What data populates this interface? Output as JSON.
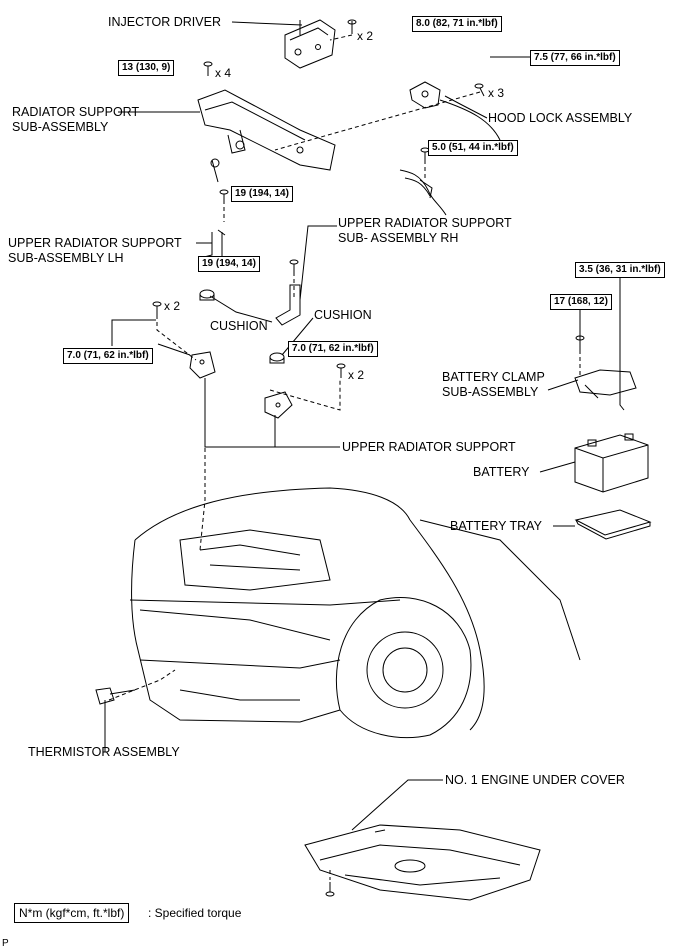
{
  "labels": {
    "injector_driver": "INJECTOR DRIVER",
    "radiator_support_line1": "RADIATOR SUPPORT",
    "radiator_support_line2": "SUB-ASSEMBLY",
    "hood_lock": "HOOD LOCK ASSEMBLY",
    "upper_rad_support_lh_line1": "UPPER RADIATOR SUPPORT",
    "upper_rad_support_lh_line2": "SUB-ASSEMBLY LH",
    "upper_rad_support_rh_line1": "UPPER RADIATOR SUPPORT",
    "upper_rad_support_rh_line2": "SUB- ASSEMBLY RH",
    "cushion_left": "CUSHION",
    "cushion_right": "CUSHION",
    "upper_radiator_support": "UPPER RADIATOR SUPPORT",
    "battery_clamp_line1": "BATTERY CLAMP",
    "battery_clamp_line2": "SUB-ASSEMBLY",
    "battery": "BATTERY",
    "battery_tray": "BATTERY TRAY",
    "thermistor": "THERMISTOR ASSEMBLY",
    "engine_under_cover": "NO. 1 ENGINE UNDER COVER"
  },
  "torques": {
    "injector_driver": "8.0 (82, 71 in.*lbf)",
    "hood_lock": "7.5 (77, 66 in.*lbf)",
    "radiator_support": "13 (130, 9)",
    "hood_lock_cable": "5.0 (51, 44 in.*lbf)",
    "lh_support_top": "19 (194, 14)",
    "rh_support_top": "19 (194, 14)",
    "lh_support_bottom": "7.0 (71, 62 in.*lbf)",
    "rh_support_bottom": "7.0 (71, 62 in.*lbf)",
    "battery_clamp_a": "3.5 (36, 31 in.*lbf)",
    "battery_clamp_b": "17 (168, 12)"
  },
  "quantities": {
    "injector_driver": "x 2",
    "hood_lock": "x 3",
    "radiator_support": "x 4",
    "lh_support_bottom": "x 2",
    "rh_support_bottom": "x 2"
  },
  "legend": {
    "unit": "N*m (kgf*cm, ft.*lbf)",
    "text": ": Specified torque"
  },
  "footer": "P"
}
